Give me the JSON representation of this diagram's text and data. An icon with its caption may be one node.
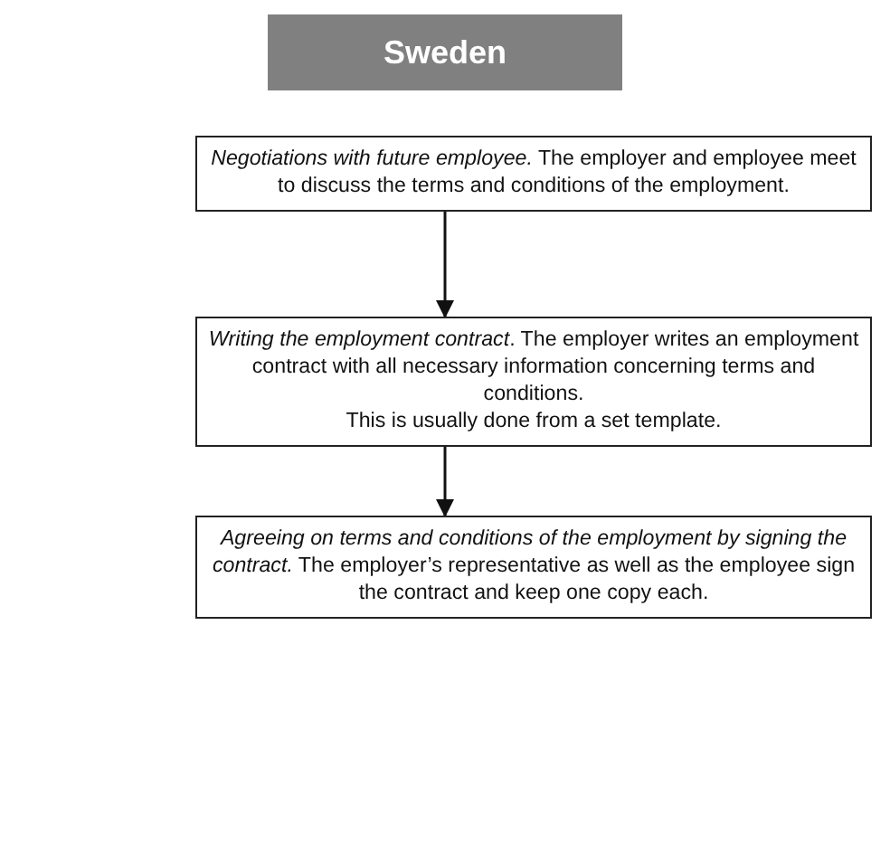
{
  "diagram": {
    "title": "Sweden",
    "nodes": [
      {
        "text": [
          "*Negotiations with future employee.* The employer and employee meet to discuss the terms and conditions of the employment."
        ]
      },
      {
        "text": [
          "*Writing the employment contract*. The employer writes an employment contract with all necessary information concerning terms and conditions.",
          "This is usually done from a set template."
        ]
      },
      {
        "text": [
          "*Agreeing on terms and conditions of the employment by signing the contract.* The employer’s representative as well as the employee sign the contract and keep one copy each."
        ]
      }
    ],
    "edges": [
      {
        "from": 0,
        "to": 1,
        "arrow": "to"
      },
      {
        "from": 1,
        "to": 2,
        "arrow": "to"
      }
    ]
  }
}
